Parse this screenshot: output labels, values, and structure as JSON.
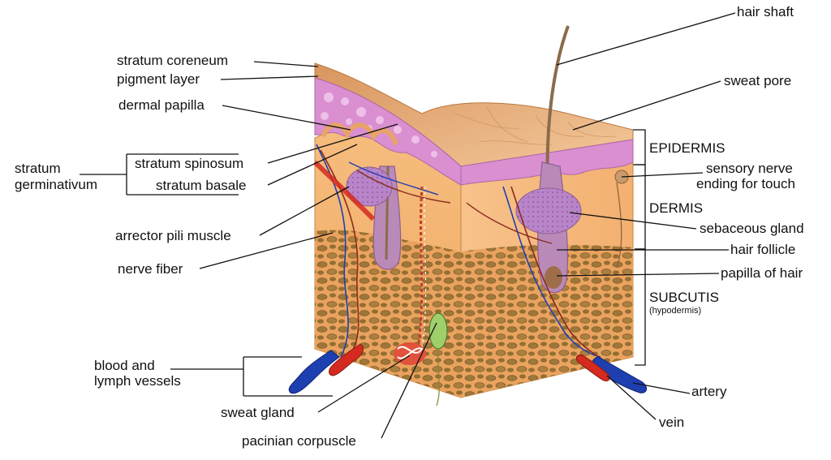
{
  "labels": {
    "hair_shaft": "hair shaft",
    "sweat_pore": "sweat pore",
    "stratum_coreneum": "stratum coreneum",
    "pigment_layer": "pigment layer",
    "dermal_papilla": "dermal papilla",
    "stratum_germinativum_1": "stratum",
    "stratum_germinativum_2": "germinativum",
    "stratum_spinosum": "stratum spinosum",
    "stratum_basale": "stratum basale",
    "arrector_pili_muscle": "arrector pili muscle",
    "nerve_fiber": "nerve fiber",
    "blood_lymph_1": "blood and",
    "blood_lymph_2": "lymph vessels",
    "sweat_gland": "sweat gland",
    "pacinian_corpuscle": "pacinian corpuscle",
    "epidermis": "EPIDERMIS",
    "sensory_nerve_1": "sensory nerve",
    "sensory_nerve_2": "ending for touch",
    "dermis": "DERMIS",
    "sebaceous_gland": "sebaceous gland",
    "hair_follicle": "hair follicle",
    "papilla_of_hair": "papilla of hair",
    "subcutis": "SUBCUTIS",
    "hypodermis": "(hypodermis)",
    "artery": "artery",
    "vein": "vein"
  },
  "colors": {
    "epidermis_pink": "#d98fd0",
    "skin_surface": "#e9ad7a",
    "dermis_orange": "#f4b472",
    "fat_brown": "#9a7336",
    "artery_red": "#d42a20",
    "vein_blue": "#1e3fb0",
    "sebaceous_purple": "#b985c9"
  }
}
